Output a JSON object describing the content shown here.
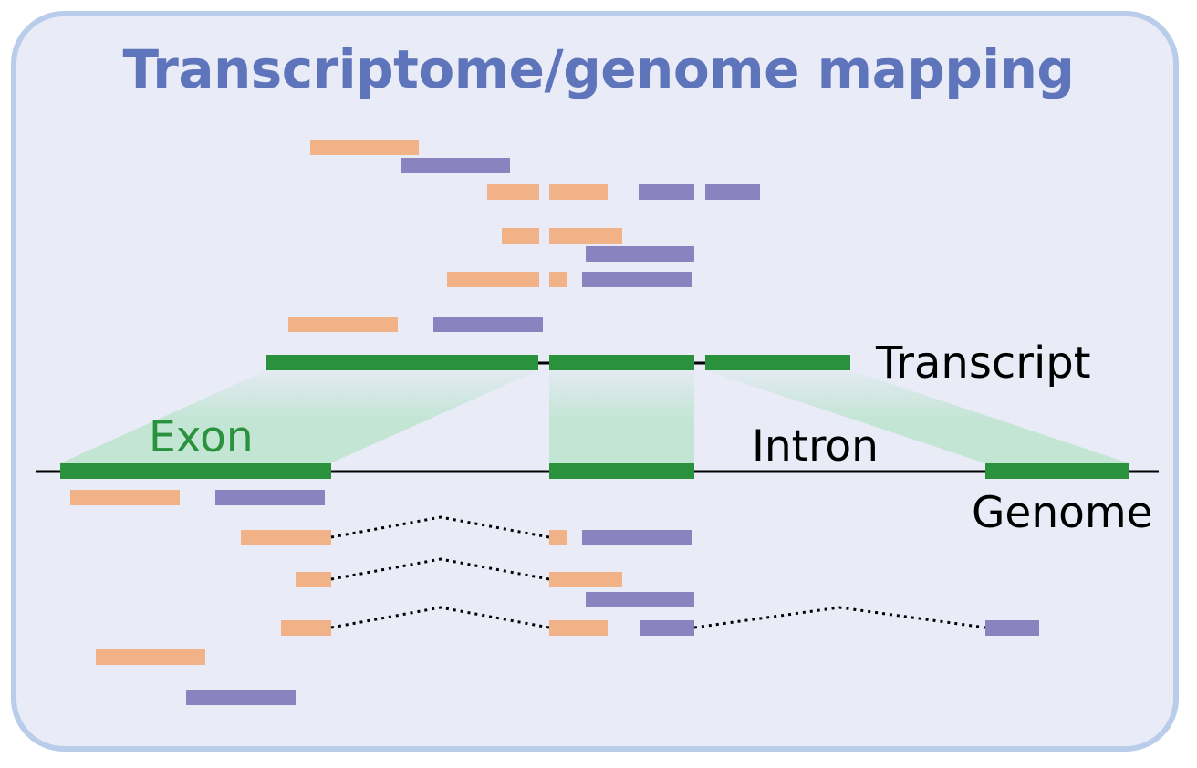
{
  "title": "Transcriptome/genome mapping",
  "labels": {
    "transcript": "Transcript",
    "genome": "Genome",
    "exon": "Exon",
    "intron": "Intron"
  },
  "colors": {
    "background": "#e9ebf7",
    "border": "#b9cdeb",
    "title": "#5e74bb",
    "exon": "#2a913c",
    "exon_shade": "#c2e5d4",
    "read_forward": "#f2b287",
    "read_reverse": "#8a83c0",
    "line": "#000000"
  },
  "legend_semantics": {
    "read_forward": "orange read",
    "read_reverse": "purple read"
  }
}
